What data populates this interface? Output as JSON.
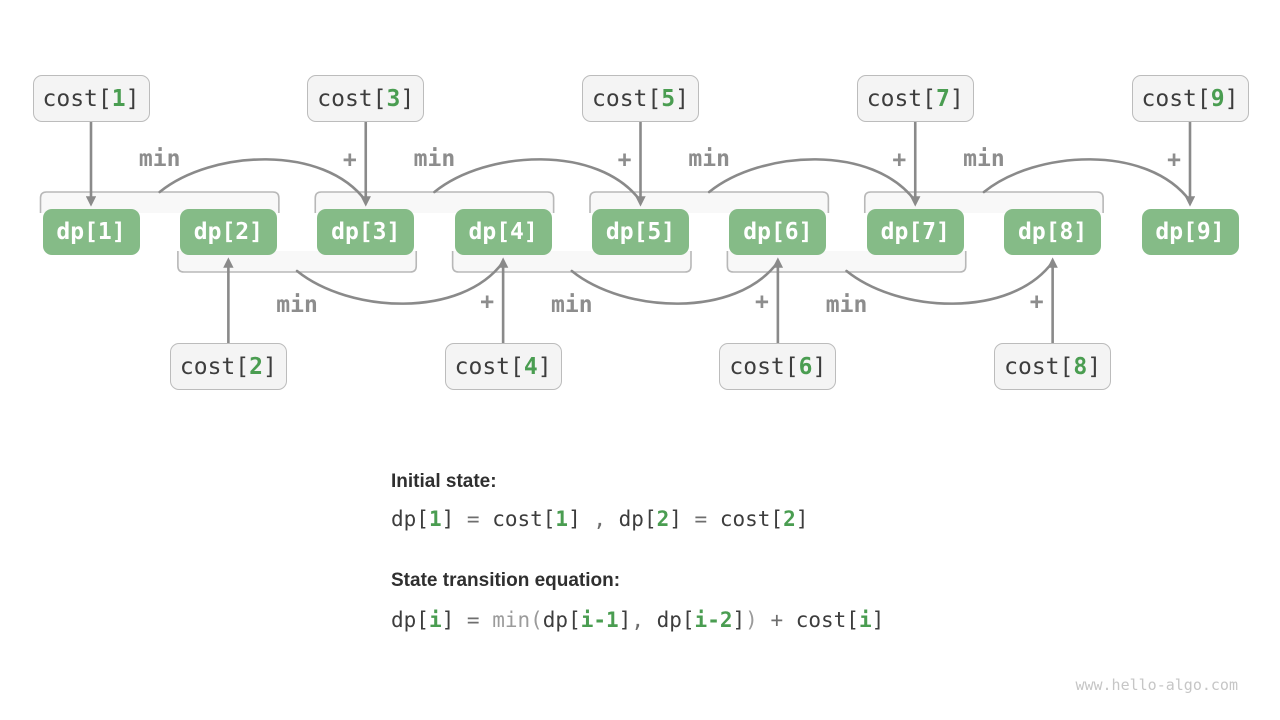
{
  "diagram": {
    "dp_boxes": [
      "dp[1]",
      "dp[2]",
      "dp[3]",
      "dp[4]",
      "dp[5]",
      "dp[6]",
      "dp[7]",
      "dp[8]",
      "dp[9]"
    ],
    "top_cost_boxes": [
      {
        "pre": "cost[",
        "num": "1",
        "post": "]"
      },
      {
        "pre": "cost[",
        "num": "3",
        "post": "]"
      },
      {
        "pre": "cost[",
        "num": "5",
        "post": "]"
      },
      {
        "pre": "cost[",
        "num": "7",
        "post": "]"
      },
      {
        "pre": "cost[",
        "num": "9",
        "post": "]"
      }
    ],
    "bottom_cost_boxes": [
      {
        "pre": "cost[",
        "num": "2",
        "post": "]"
      },
      {
        "pre": "cost[",
        "num": "4",
        "post": "]"
      },
      {
        "pre": "cost[",
        "num": "6",
        "post": "]"
      },
      {
        "pre": "cost[",
        "num": "8",
        "post": "]"
      }
    ],
    "min_label": "min",
    "plus_label": "+",
    "top_groups": [
      {
        "span": [
          1,
          2
        ],
        "to": 3
      },
      {
        "span": [
          3,
          4
        ],
        "to": 5
      },
      {
        "span": [
          5,
          6
        ],
        "to": 7
      },
      {
        "span": [
          7,
          8
        ],
        "to": 9
      }
    ],
    "bottom_groups": [
      {
        "span": [
          2,
          3
        ],
        "to": 4
      },
      {
        "span": [
          4,
          5
        ],
        "to": 6
      },
      {
        "span": [
          6,
          7
        ],
        "to": 8
      }
    ]
  },
  "notes": {
    "initial_title": "Initial state:",
    "initial_equation": [
      {
        "t": "dp[",
        "c": "d"
      },
      {
        "t": "1",
        "c": "n"
      },
      {
        "t": "]",
        "c": "d"
      },
      {
        "t": " = ",
        "c": "g"
      },
      {
        "t": "cost[",
        "c": "d"
      },
      {
        "t": "1",
        "c": "n"
      },
      {
        "t": "]",
        "c": "d"
      },
      {
        "t": " , ",
        "c": "g"
      },
      {
        "t": "dp[",
        "c": "d"
      },
      {
        "t": "2",
        "c": "n"
      },
      {
        "t": "]",
        "c": "d"
      },
      {
        "t": " = ",
        "c": "g"
      },
      {
        "t": "cost[",
        "c": "d"
      },
      {
        "t": "2",
        "c": "n"
      },
      {
        "t": "]",
        "c": "d"
      }
    ],
    "transition_title": "State transition equation:",
    "transition_equation": [
      {
        "t": "dp[",
        "c": "d"
      },
      {
        "t": "i",
        "c": "n"
      },
      {
        "t": "]",
        "c": "d"
      },
      {
        "t": " = ",
        "c": "g"
      },
      {
        "t": "min",
        "c": "p"
      },
      {
        "t": "(",
        "c": "p"
      },
      {
        "t": "dp[",
        "c": "d"
      },
      {
        "t": "i-1",
        "c": "n"
      },
      {
        "t": "]",
        "c": "d"
      },
      {
        "t": ", ",
        "c": "g"
      },
      {
        "t": "dp[",
        "c": "d"
      },
      {
        "t": "i-2",
        "c": "n"
      },
      {
        "t": "]",
        "c": "d"
      },
      {
        "t": ")",
        "c": "p"
      },
      {
        "t": " + ",
        "c": "g"
      },
      {
        "t": "cost[",
        "c": "d"
      },
      {
        "t": "i",
        "c": "n"
      },
      {
        "t": "]",
        "c": "d"
      }
    ]
  },
  "watermark": "www.hello-algo.com",
  "colors": {
    "box_green": "#85bb87",
    "num_green": "#4a9d51",
    "arrow_gray": "#8a8a8a",
    "label_gray": "#8d8d8d",
    "cost_fill": "#f4f4f4",
    "cost_border": "#bcbcbc",
    "bracket_fill": "#f8f8f8",
    "bracket_border": "#b8b8b8",
    "text_dark": "#3d3d3d",
    "text_gray": "#6e6e6e",
    "paren_gray": "#9b9b9b",
    "heading": "#2f2f2f",
    "watermark_gray": "#c6c6c6"
  }
}
